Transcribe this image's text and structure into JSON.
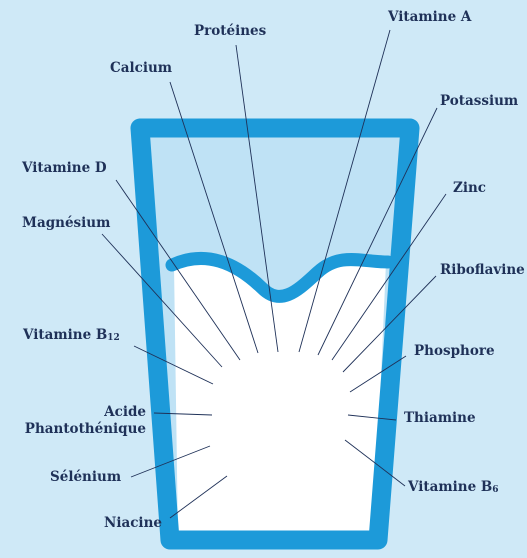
{
  "colors": {
    "background": "#cfe9f7",
    "glass_outline": "#1d9ad9",
    "glass_upper": "#bfe2f5",
    "milk": "#ffffff",
    "label_text": "#1f3158",
    "leader_line": "#1f3158"
  },
  "nutrients": {
    "proteines": "Protéines",
    "vitamine_a": "Vitamine A",
    "calcium": "Calcium",
    "potassium": "Potassium",
    "vitamine_d": "Vitamine D",
    "zinc": "Zinc",
    "magnesium": "Magnésium",
    "riboflavine": "Riboflavine",
    "vitamine_b12": {
      "base": "Vitamine B",
      "sub": "12"
    },
    "phosphore": "Phosphore",
    "acide_line1": "Acide",
    "acide_line2": "Phantothénique",
    "thiamine": "Thiamine",
    "selenium": "Sélénium",
    "vitamine_b6": {
      "base": "Vitamine B",
      "sub": "6"
    },
    "niacine": "Niacine"
  }
}
